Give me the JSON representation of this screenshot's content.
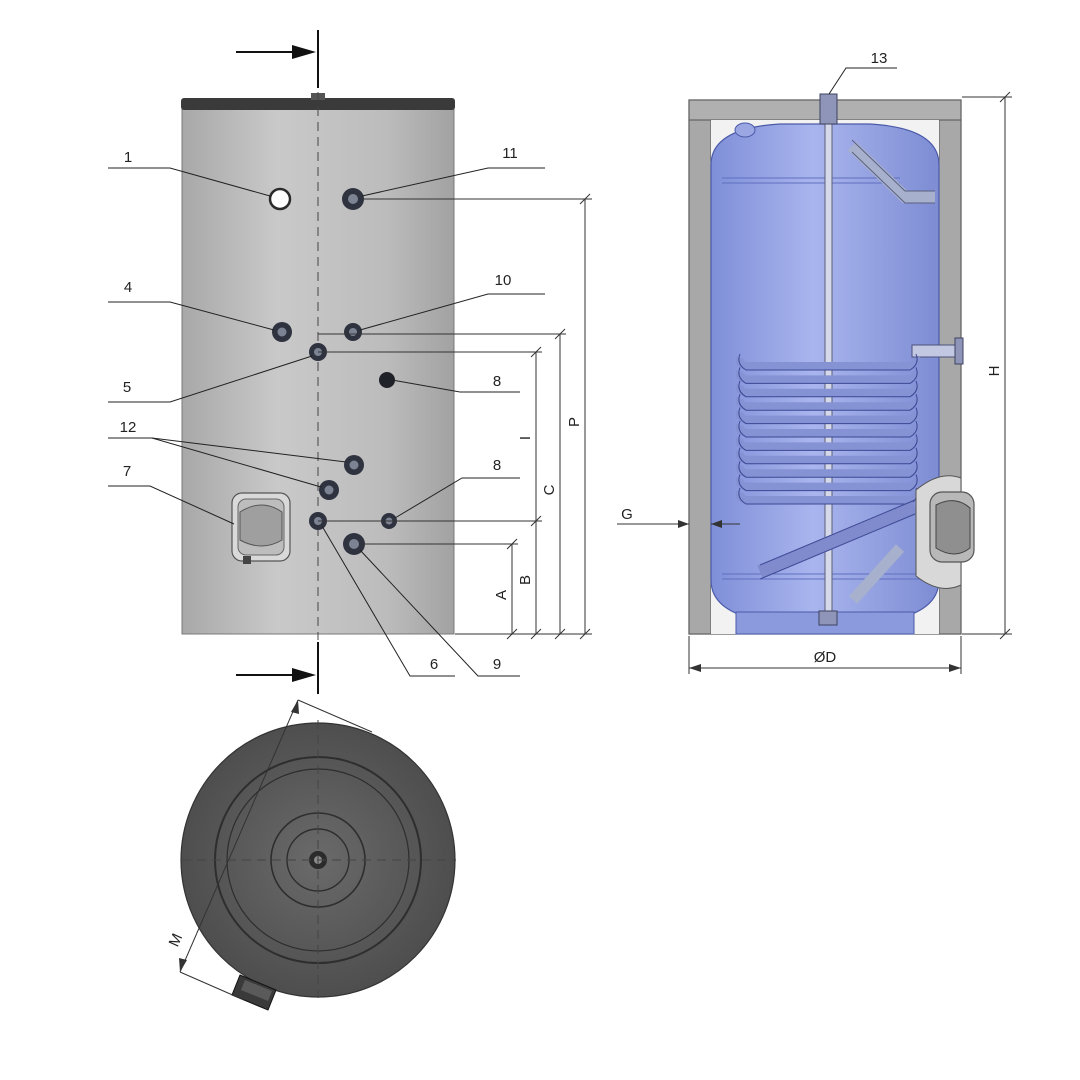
{
  "front_view": {
    "callouts": [
      {
        "id": "c1",
        "text": "1"
      },
      {
        "id": "c11",
        "text": "11"
      },
      {
        "id": "c4",
        "text": "4"
      },
      {
        "id": "c10",
        "text": "10"
      },
      {
        "id": "c5",
        "text": "5"
      },
      {
        "id": "c8a",
        "text": "8"
      },
      {
        "id": "c12",
        "text": "12"
      },
      {
        "id": "c7",
        "text": "7"
      },
      {
        "id": "c8b",
        "text": "8"
      },
      {
        "id": "c6",
        "text": "6"
      },
      {
        "id": "c9",
        "text": "9"
      }
    ],
    "dimensions": {
      "a": "A",
      "b": "B",
      "c": "C",
      "i": "I",
      "p": "P"
    }
  },
  "section_view": {
    "callout_13": "13",
    "dimensions": {
      "h": "H",
      "d": "ØD",
      "g": "G"
    }
  },
  "top_view": {
    "dimensions": {
      "m": "M"
    }
  },
  "colors": {
    "tank_shell": "#c4c4c4",
    "tank_shell_dark": "#9c9c9c",
    "top_cap": "#3a3a3a",
    "inner_vessel": "#8e9ce0",
    "inner_vessel_light": "#b8c3ef",
    "coil": "#8a96d6",
    "top_view_body": "#585858",
    "line": "#222222"
  }
}
